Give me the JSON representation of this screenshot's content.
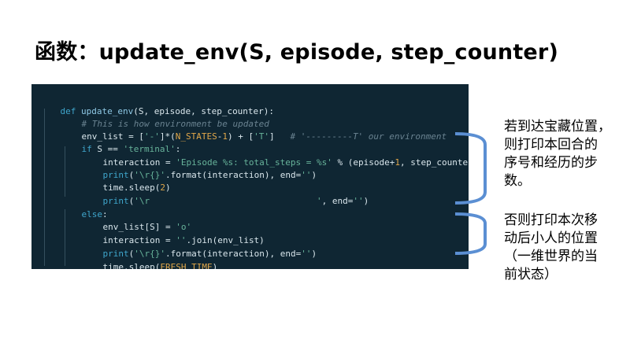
{
  "slide": {
    "title": "函数：update_env(S, episode, step_counter)"
  },
  "code": {
    "line1": {
      "a": "def ",
      "b": "update_env",
      "c": "(S, episode, step_counter):"
    },
    "line2": {
      "a": "# This is how environment be updated"
    },
    "line3": {
      "a": "env_list = [",
      "b": "'-'",
      "c": "]*(",
      "d": "N_STATES",
      "e": "-",
      "f": "1",
      "g": ") + [",
      "h": "'T'",
      "i": "]   ",
      "j": "# '---------T' our environment"
    },
    "line4": {
      "a": "if ",
      "b": "S == ",
      "c": "'terminal'",
      "d": ":"
    },
    "line5": {
      "a": "interaction = ",
      "b": "'Episode %s: total_steps = %s'",
      "c": " % (episode+",
      "d": "1",
      "e": ", step_counter)"
    },
    "line6": {
      "a": "print",
      "b": "(",
      "c": "'\\r{}'",
      "d": ".format(interaction), end=",
      "e": "''",
      "f": ")"
    },
    "line7": {
      "a": "time.sleep(",
      "b": "2",
      "c": ")"
    },
    "line8": {
      "a": "print",
      "b": "(",
      "c": "'\\r                                '",
      "d": ", end=",
      "e": "''",
      "f": ")"
    },
    "line9": {
      "a": "else",
      "b": ":"
    },
    "line10": {
      "a": "env_list[S] = ",
      "b": "'o'"
    },
    "line11": {
      "a": "interaction = ",
      "b": "''",
      "c": ".join(env_list)"
    },
    "line12": {
      "a": "print",
      "b": "(",
      "c": "'\\r{}'",
      "d": ".format(interaction), end=",
      "e": "''",
      "f": ")"
    },
    "line13": {
      "a": "time.sleep(",
      "b": "FRESH_TIME",
      "c": ")"
    }
  },
  "annotations": {
    "terminal_note": "若到达宝藏位置，\n则打印本回合的\n序号和经历的步\n数。",
    "move_note": "否则打印本次移\n动后小人的位置\n（一维世界的当\n前状态）"
  },
  "colors": {
    "code_background": "#0f2633",
    "bracket": "#5b8fd3",
    "keyword": "#3fa6cc",
    "string": "#67b39a",
    "number": "#e0a74a"
  }
}
